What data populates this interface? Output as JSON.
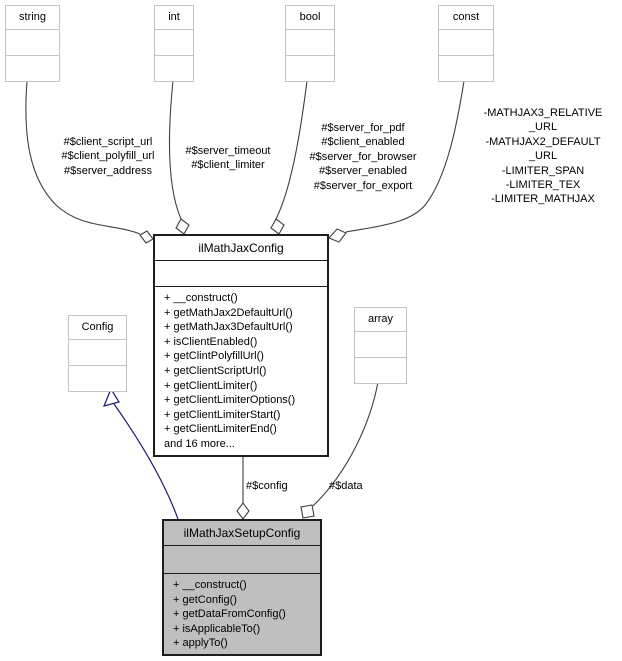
{
  "diagram": {
    "colors": {
      "edge": "#404040",
      "inheritance": "#191970",
      "type_box_border": "#c4c4c4",
      "class_border": "#1d1d1d",
      "highlight_fill": "#bfbfbf",
      "background": "#ffffff"
    },
    "type_boxes": {
      "string": {
        "label": "string"
      },
      "int": {
        "label": "int"
      },
      "bool": {
        "label": "bool"
      },
      "const": {
        "label": "const"
      },
      "config": {
        "label": "Config"
      },
      "array": {
        "label": "array"
      }
    },
    "main_class": {
      "title": "ilMathJaxConfig",
      "methods": [
        "+ __construct()",
        "+ getMathJax2DefaultUrl()",
        "+ getMathJax3DefaultUrl()",
        "+ isClientEnabled()",
        "+ getClintPolyfillUrl()",
        "+ getClientScriptUrl()",
        "+ getClientLimiter()",
        "+ getClientLimiterOptions()",
        "+ getClientLimiterStart()",
        "+ getClientLimiterEnd()",
        "and 16 more..."
      ]
    },
    "setup_class": {
      "title": "ilMathJaxSetupConfig",
      "methods": [
        "+ __construct()",
        "+ getConfig()",
        "+ getDataFromConfig()",
        "+ isApplicableTo()",
        "+ applyTo()"
      ]
    },
    "edge_labels": {
      "string_fields": "#$client_script_url\n#$client_polyfill_url\n#$server_address",
      "int_fields": "#$server_timeout\n#$client_limiter",
      "bool_fields": "#$server_for_pdf\n#$client_enabled\n#$server_for_browser\n#$server_enabled\n#$server_for_export",
      "const_fields": "-MATHJAX3_RELATIVE\n_URL\n-MATHJAX2_DEFAULT\n_URL\n-LIMITER_SPAN\n-LIMITER_TEX\n-LIMITER_MATHJAX",
      "config_field": "#$config",
      "data_field": "#$data"
    }
  }
}
